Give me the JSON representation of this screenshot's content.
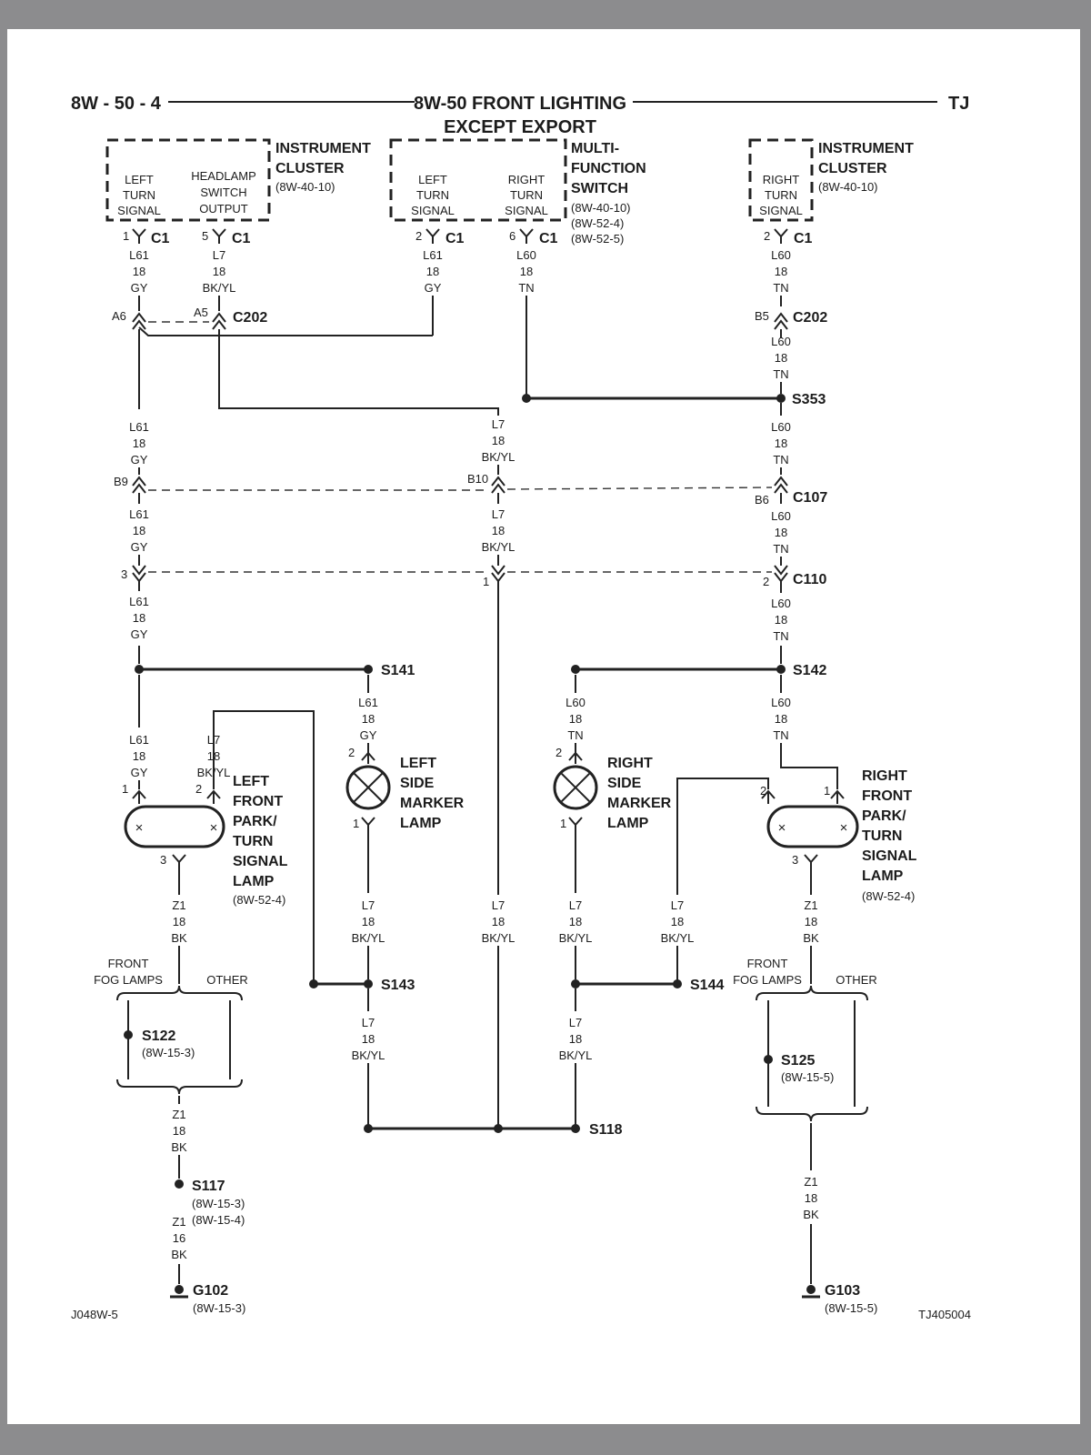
{
  "header": {
    "page_ref": "8W - 50 - 4",
    "title_line1": "8W-50 FRONT LIGHTING",
    "title_line2": "EXCEPT EXPORT",
    "model": "TJ"
  },
  "footer": {
    "left_code": "J048W-5",
    "right_code": "TJ405004"
  },
  "components": {
    "cluster_left": {
      "name_line1": "INSTRUMENT",
      "name_line2": "CLUSTER",
      "ref": "(8W-40-10)",
      "functions": {
        "left_turn": [
          "LEFT",
          "TURN",
          "SIGNAL"
        ],
        "headlamp": [
          "HEADLAMP",
          "SWITCH",
          "OUTPUT"
        ]
      }
    },
    "mfs": {
      "name_line1": "MULTI-",
      "name_line2": "FUNCTION",
      "name_line3": "SWITCH",
      "refs": [
        "(8W-40-10)",
        "(8W-52-4)",
        "(8W-52-5)"
      ],
      "functions": {
        "left_turn": [
          "LEFT",
          "TURN",
          "SIGNAL"
        ],
        "right_turn": [
          "RIGHT",
          "TURN",
          "SIGNAL"
        ]
      }
    },
    "cluster_right": {
      "name_line1": "INSTRUMENT",
      "name_line2": "CLUSTER",
      "ref": "(8W-40-10)",
      "functions": {
        "right_turn": [
          "RIGHT",
          "TURN",
          "SIGNAL"
        ]
      }
    },
    "left_park_lamp": {
      "name": [
        "LEFT",
        "FRONT",
        "PARK/",
        "TURN",
        "SIGNAL",
        "LAMP"
      ],
      "ref": "(8W-52-4)"
    },
    "right_park_lamp": {
      "name": [
        "RIGHT",
        "FRONT",
        "PARK/",
        "TURN",
        "SIGNAL",
        "LAMP"
      ],
      "ref": "(8W-52-4)"
    },
    "left_marker": {
      "name": [
        "LEFT",
        "SIDE",
        "MARKER",
        "LAMP"
      ]
    },
    "right_marker": {
      "name": [
        "RIGHT",
        "SIDE",
        "MARKER",
        "LAMP"
      ]
    }
  },
  "connectors": {
    "c1": "C1",
    "c202": "C202",
    "c107": "C107",
    "c110": "C110",
    "pins": {
      "cl_1": "1",
      "cl_5": "5",
      "mfs_2": "2",
      "mfs_6": "6",
      "cr_2": "2",
      "c202_a6": "A6",
      "c202_a5": "A5",
      "c202_b5": "B5",
      "c107_b9": "B9",
      "c107_b10": "B10",
      "c107_b6": "B6",
      "c110_3": "3",
      "c110_1": "1",
      "c110_2": "2",
      "lp_1": "1",
      "lp_2": "2",
      "lp_3": "3",
      "rp_2": "2",
      "rp_1": "1",
      "rp_3": "3",
      "lm_2": "2",
      "lm_1": "1",
      "rm_2": "2",
      "rm_1": "1"
    }
  },
  "splices": {
    "s353": "S353",
    "s141": "S141",
    "s142": "S142",
    "s143": "S143",
    "s144": "S144",
    "s118": "S118",
    "s122": "S122",
    "s122_ref": "(8W-15-3)",
    "s125": "S125",
    "s125_ref": "(8W-15-5)",
    "s117": "S117",
    "s117_refs": [
      "(8W-15-3)",
      "(8W-15-4)"
    ]
  },
  "grounds": {
    "g102": "G102",
    "g102_ref": "(8W-15-3)",
    "g103": "G103",
    "g103_ref": "(8W-15-5)"
  },
  "options": {
    "left_front_fog": [
      "FRONT",
      "FOG LAMPS"
    ],
    "left_other": "OTHER",
    "right_front_fog": [
      "FRONT",
      "FOG LAMPS"
    ],
    "right_other": "OTHER"
  },
  "wires": {
    "l61_gy": [
      "L61",
      "18",
      "GY"
    ],
    "l60_tn": [
      "L60",
      "18",
      "TN"
    ],
    "l7_bkyl": [
      "L7",
      "18",
      "BK/YL"
    ],
    "z1_18_bk": [
      "Z1",
      "18",
      "BK"
    ],
    "z1_16_bk": [
      "Z1",
      "16",
      "BK"
    ]
  }
}
